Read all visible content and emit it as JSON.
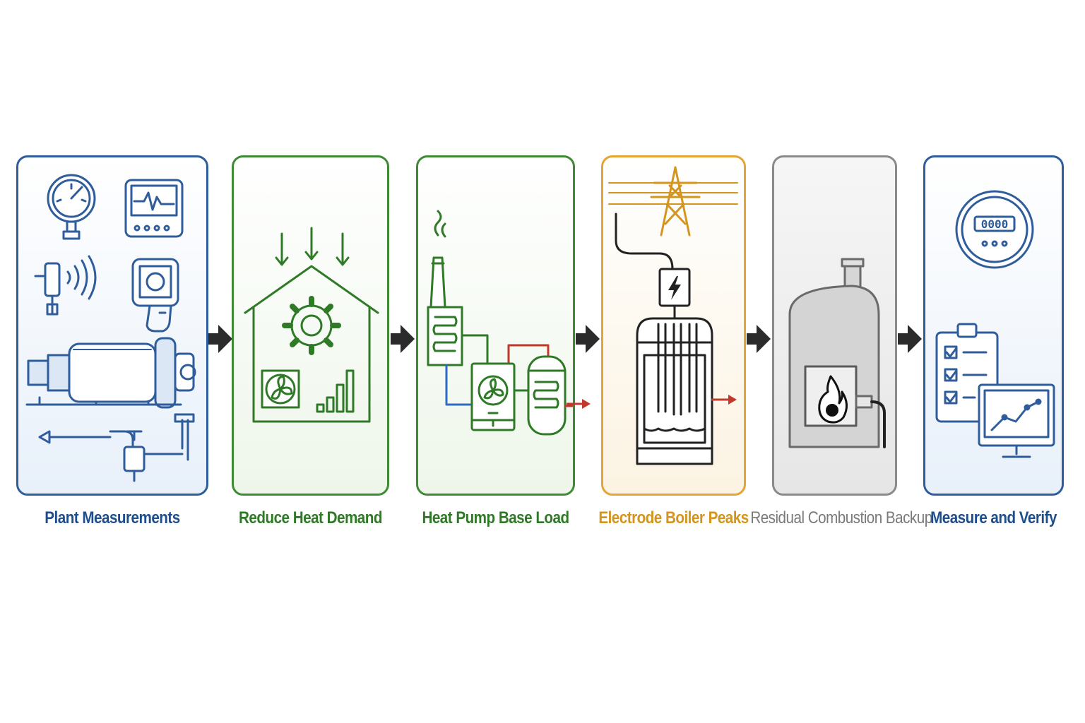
{
  "stages": [
    {
      "label": "Plant Measurements",
      "color": "#1f4e8c"
    },
    {
      "label": "Reduce Heat Demand",
      "color": "#2f7a27"
    },
    {
      "label": "Heat Pump Base Load",
      "color": "#2f7a27"
    },
    {
      "label": "Electrode Boiler Peaks",
      "color": "#d4951f"
    },
    {
      "label": "Residual Combustion Backup",
      "color": "#7a7a7a"
    },
    {
      "label": "Measure and Verify",
      "color": "#1f4e8c"
    }
  ],
  "meter_display": "0000",
  "icons": [
    "pressure-gauge-icon",
    "monitor-icon",
    "sensor-icon",
    "thermal-camera-icon",
    "motor-pump-icon",
    "pipe-valve-icon",
    "house-gear-icon",
    "fan-icon",
    "bar-chart-icon",
    "chimney-icon",
    "heat-exchanger-icon",
    "heat-pump-icon",
    "storage-tank-icon",
    "power-tower-icon",
    "lightning-icon",
    "electrode-boiler-icon",
    "boiler-icon",
    "flame-icon",
    "energy-meter-icon",
    "checklist-icon",
    "trend-monitor-icon"
  ]
}
